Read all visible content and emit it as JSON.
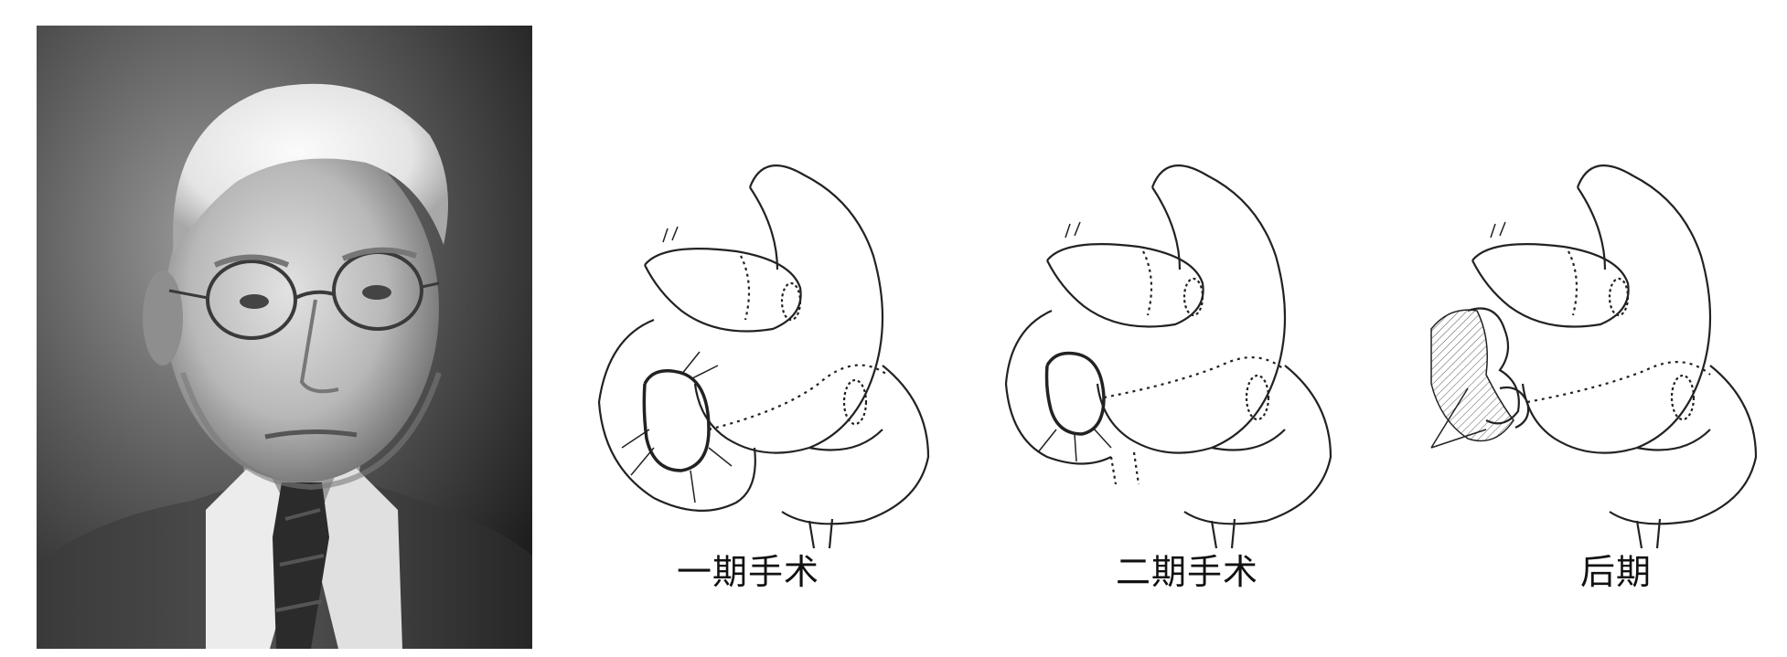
{
  "figure": {
    "portrait_alt": "",
    "stages": [
      {
        "id": "stage-1",
        "caption": "一期手术"
      },
      {
        "id": "stage-2",
        "caption": "二期手术"
      },
      {
        "id": "stage-3",
        "caption": "后期"
      }
    ]
  },
  "colors": {
    "ink": "#222222",
    "background": "#ffffff",
    "photo_dark": "#1c1c1c",
    "photo_light": "#e8e8e8"
  }
}
